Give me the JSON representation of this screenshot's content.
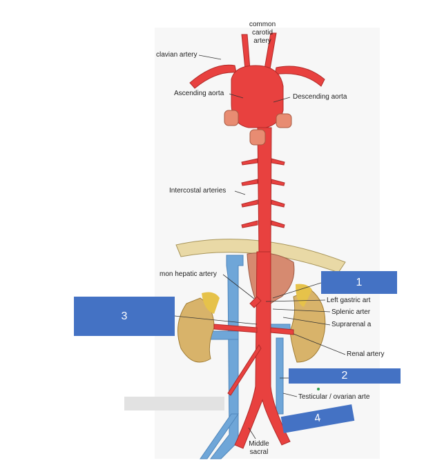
{
  "labels": {
    "common_carotid": [
      "common",
      "carotid",
      "artery"
    ],
    "subclavian": "clavian artery",
    "ascending_aorta": "Ascending aorta",
    "descending_aorta": "Descending aorta",
    "intercostal": "Intercostal arteries",
    "common_hepatic": "mon hepatic artery",
    "left_gastric": "Left gastric art",
    "splenic": "Splenic arter",
    "suprarenal": "Suprarenal a",
    "renal": "Renal artery",
    "testicular": "Testicular / ovarian arte",
    "middle_sacral": [
      "Middle",
      "sacral"
    ]
  },
  "boxes": {
    "box1": "1",
    "box2": "2",
    "box3": "3",
    "box4": "4"
  },
  "colors": {
    "artery": "#e8413f",
    "vein": "#6fa6d8",
    "kidney": "#d8b36a",
    "adrenal": "#e6c24a",
    "diaphragm": "#e9d9a6",
    "box": "#4472c4"
  }
}
